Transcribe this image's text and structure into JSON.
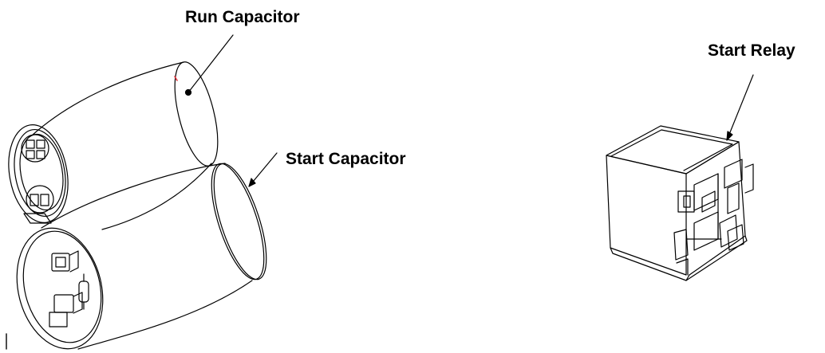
{
  "labels": {
    "run_capacitor": "Run Capacitor",
    "start_capacitor": "Start Capacitor",
    "start_relay": "Start Relay"
  },
  "colors": {
    "line": "#000000",
    "background": "#ffffff",
    "marker": "#e0303a"
  }
}
